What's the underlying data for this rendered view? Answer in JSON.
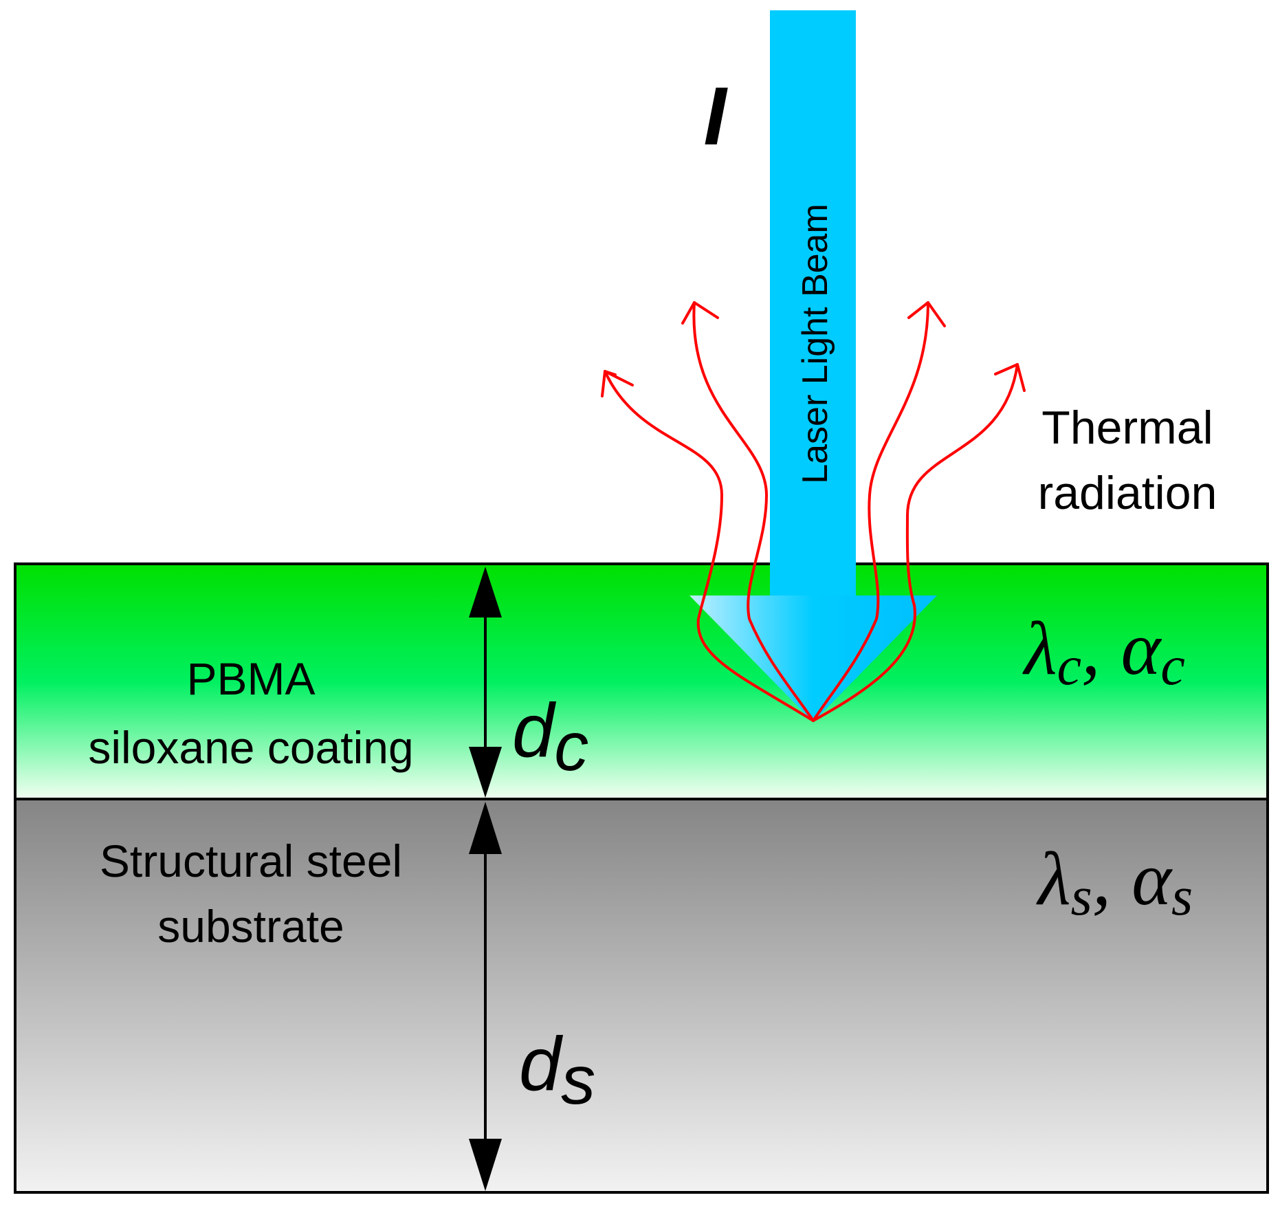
{
  "beam": {
    "intensity_symbol": "I",
    "label": "Laser Light Beam",
    "color": "#00CCFF"
  },
  "radiation": {
    "label_line1": "Thermal",
    "label_line2": "radiation",
    "color": "#FF0000"
  },
  "coating": {
    "label_line1": "PBMA",
    "label_line2": "siloxane coating",
    "thickness_base": "d",
    "thickness_sub": "c",
    "conductivity_base": "λ",
    "conductivity_sub": "c",
    "separator": ",",
    "diffusivity_base": "α",
    "diffusivity_sub": "c",
    "color_top": "#00E000",
    "color_bottom": "#F2FFF2"
  },
  "substrate": {
    "label_line1": "Structural steel",
    "label_line2": "substrate",
    "thickness_base": "d",
    "thickness_sub": "s",
    "conductivity_base": "λ",
    "conductivity_sub": "s",
    "separator": ",",
    "diffusivity_base": "α",
    "diffusivity_sub": "s",
    "color_top": "#858585",
    "color_bottom": "#F2F2F2"
  }
}
